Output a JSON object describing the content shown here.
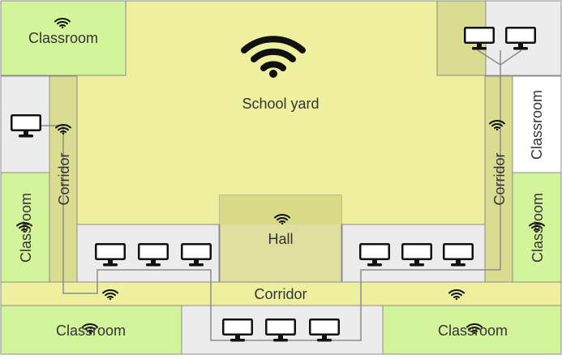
{
  "colors": {
    "yard": "#eef0a0",
    "corridor": "#dadc90",
    "classroom_green": "#d4f49c",
    "room_grey": "#ececec",
    "classroom_white": "#ffffff",
    "border": "#8c8c8c",
    "cable": "#8c8c8c",
    "icon": "#111111"
  },
  "labels": {
    "school_yard": "School yard",
    "hall": "Hall",
    "corridor_left": "Corridor",
    "corridor_right": "Corridor",
    "corridor_bottom": "Corridor",
    "classroom_top_left": "Classroom",
    "classroom_right_upper": "Classroom",
    "classroom_left_lower": "Classroom",
    "classroom_right_lower": "Classroom",
    "classroom_bottom_left": "Classroom",
    "classroom_bottom_right": "Classroom"
  },
  "icons": {
    "wifi": "wifi-icon",
    "computer": "monitor-icon"
  }
}
